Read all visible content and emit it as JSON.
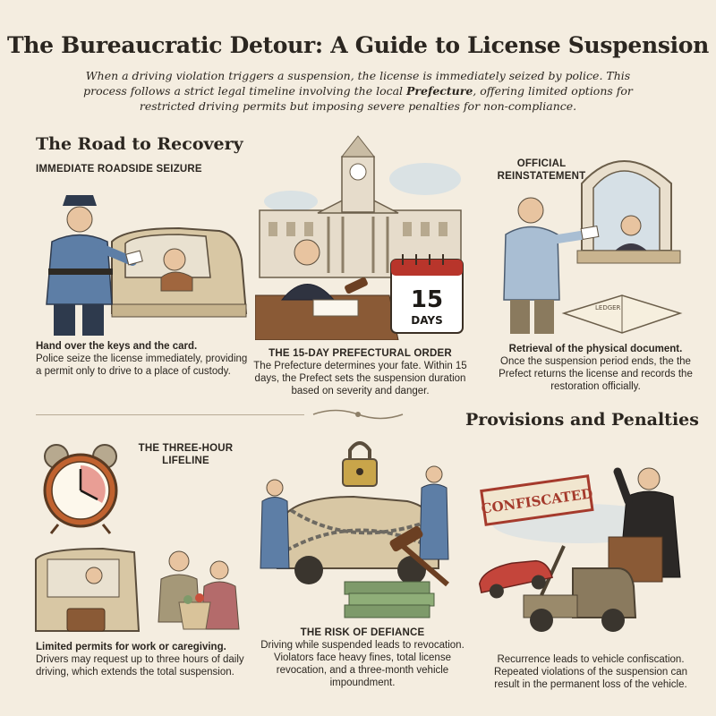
{
  "title": "The Bureaucratic Detour: A Guide to License Suspension",
  "intro": {
    "before": "When a driving violation triggers a suspension, the license is immediately seized by police. This process follows a strict legal timeline involving the local ",
    "emphasis": "Prefecture",
    "after": ", offering limited options for restricted driving permits but imposing severe penalties for non-compliance."
  },
  "road_to_recovery": {
    "heading": "The Road to Recovery",
    "panels": [
      {
        "label": "IMMEDIATE ROADSIDE SEIZURE",
        "caption_title": "Hand over the keys and the card.",
        "caption_body": "Police seize the license immediately, providing a permit only to drive to a place of custody."
      },
      {
        "label": "THE 15-DAY PREFECTURAL ORDER",
        "caption_body": "The Prefecture determines your fate. Within 15 days, the Prefect sets the suspension duration based on severity and danger.",
        "calendar_number": "15",
        "calendar_unit": "DAYS"
      },
      {
        "label": "OFFICIAL REINSTATEMENT",
        "caption_title": "Retrieval of the physical document.",
        "caption_body": "Once the suspension period ends, the the Prefect returns the license and records the restoration officially.",
        "ledger_label": "LEDGER"
      }
    ]
  },
  "provisions": {
    "heading": "Provisions and Penalties",
    "panels": [
      {
        "label": "THE THREE-HOUR LIFELINE",
        "caption_title": "Limited permits for work or caregiving.",
        "caption_body": "Drivers may request up to three hours of daily driving, which extends the total suspension."
      },
      {
        "label": "THE RISK OF DEFIANCE",
        "caption_body": "Driving while suspended leads to revocation. Violators face heavy fines, total license revocation, and a three-month vehicle impoundment."
      },
      {
        "sign_text": "CONFISCATED",
        "caption_body": "Recurrence leads to vehicle confiscation. Repeated violations of the suspension can result in the permanent loss of the vehicle."
      }
    ]
  },
  "colors": {
    "background": "#f4ede0",
    "ink": "#2b2620",
    "police_blue": "#5d7ea6",
    "calendar_red": "#b8352b",
    "car_beige": "#d8c7a4",
    "money_green": "#7e9a6a"
  }
}
